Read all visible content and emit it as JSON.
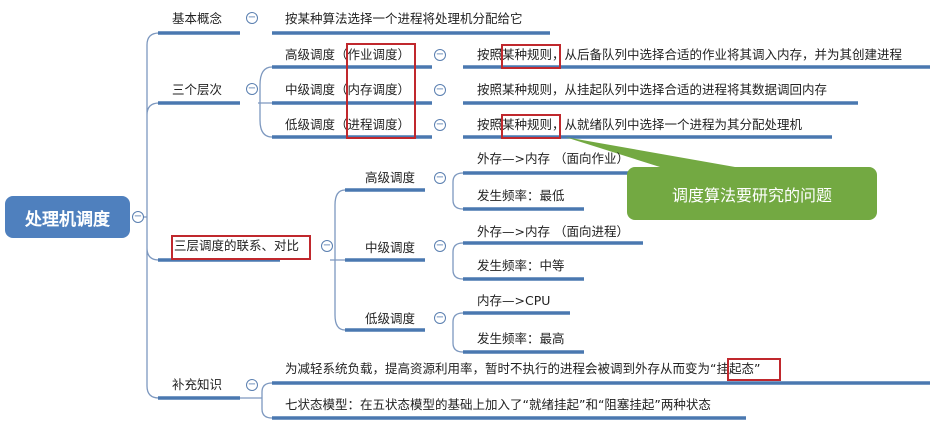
{
  "root": "处理机调度",
  "basic": {
    "label": "基本概念",
    "desc": "按某种算法选择一个进程将处理机分配给它"
  },
  "levels": {
    "label": "三个层次",
    "items": [
      {
        "name": "高级调度（作业调度）",
        "desc": "按照某种规则，从后备队列中选择合适的作业将其调入内存，并为其创建进程"
      },
      {
        "name": "中级调度（内存调度）",
        "desc": "按照某种规则，从挂起队列中选择合适的进程将其数据调回内存"
      },
      {
        "name": "低级调度（进程调度）",
        "desc": "按照某种规则，从就绪队列中选择一个进程为其分配处理机"
      }
    ]
  },
  "callout": "调度算法要研究的问题",
  "compare": {
    "label": "三层调度的联系、对比",
    "items": [
      {
        "name": "高级调度",
        "a": "外存—>内存 （面向作业）",
        "b": "发生频率：最低"
      },
      {
        "name": "中级调度",
        "a": "外存—>内存 （面向进程）",
        "b": "发生频率：中等"
      },
      {
        "name": "低级调度",
        "a": "内存—>CPU",
        "b": "发生频率：最高"
      }
    ]
  },
  "extra": {
    "label": "补充知识",
    "items": [
      "为减轻系统负载，提高资源利用率，暂时不执行的进程会被调到外存从而变为“挂起态”",
      "七状态模型：在五状态模型的基础上加入了“就绪挂起”和“阻塞挂起”两种状态"
    ]
  },
  "colors": {
    "line": "#4a78b0",
    "root": "#4f80be",
    "callout": "#73a942",
    "highlight": "#c0282d"
  }
}
